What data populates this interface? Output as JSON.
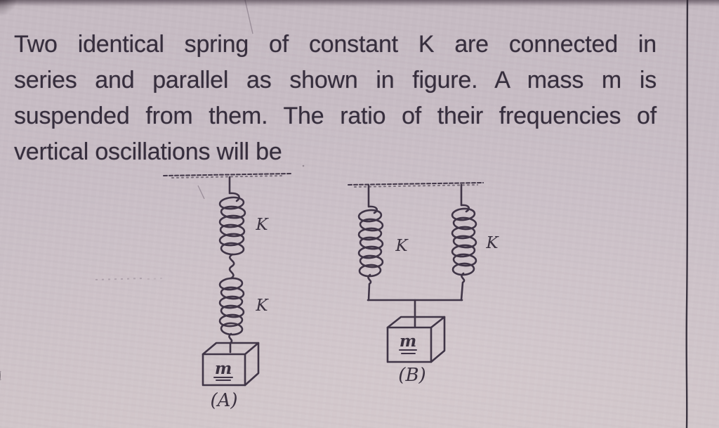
{
  "question": {
    "lines": [
      "Two identical spring of constant K are connected in",
      "series and parallel as shown in figure. A mass m is",
      "suspended from them. The ratio of their frequencies of",
      "vertical oscillations will be"
    ]
  },
  "figures": {
    "a": {
      "caption": "(A)",
      "arrangement": "series",
      "springs": [
        {
          "label": "K"
        },
        {
          "label": "K"
        }
      ],
      "mass": {
        "label": "m"
      }
    },
    "b": {
      "caption": "(B)",
      "arrangement": "parallel",
      "springs": [
        {
          "label": "K"
        },
        {
          "label": "K"
        }
      ],
      "mass": {
        "label": "m"
      }
    }
  },
  "colors": {
    "paper": "#c8bdc5",
    "ink_text": "#362e3d",
    "ink_diagram": "#3f3646",
    "divider_line": "#2e2734"
  }
}
